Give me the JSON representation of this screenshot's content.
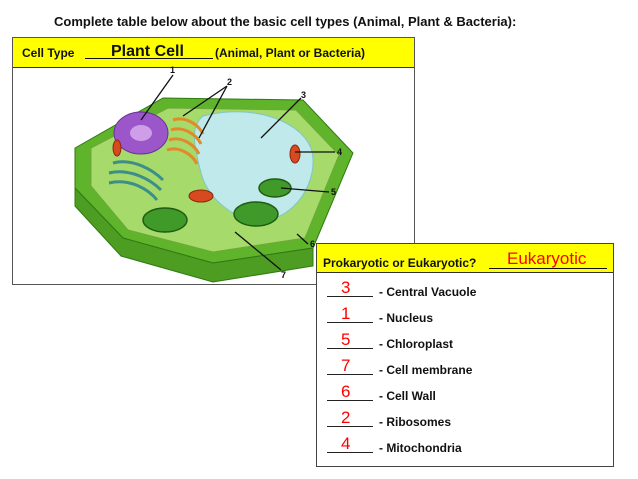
{
  "instruction": "Complete table below about the basic cell types (Animal, Plant & Bacteria):",
  "cell_type": {
    "label": "Cell Type",
    "answer": "Plant Cell",
    "suffix": "(Animal, Plant or Bacteria)"
  },
  "diagram": {
    "callouts": [
      "1",
      "2",
      "3",
      "4",
      "5",
      "6",
      "7"
    ]
  },
  "quiz": {
    "question": "Prokaryotic or Eukaryotic?",
    "answer": "Eukaryotic",
    "items": [
      {
        "number": "3",
        "label": "- Central Vacuole"
      },
      {
        "number": "1",
        "label": "- Nucleus"
      },
      {
        "number": "5",
        "label": "- Chloroplast"
      },
      {
        "number": "7",
        "label": "- Cell membrane"
      },
      {
        "number": "6",
        "label": "- Cell Wall"
      },
      {
        "number": "2",
        "label": "- Ribosomes"
      },
      {
        "number": "4",
        "label": "- Mitochondria"
      }
    ]
  }
}
